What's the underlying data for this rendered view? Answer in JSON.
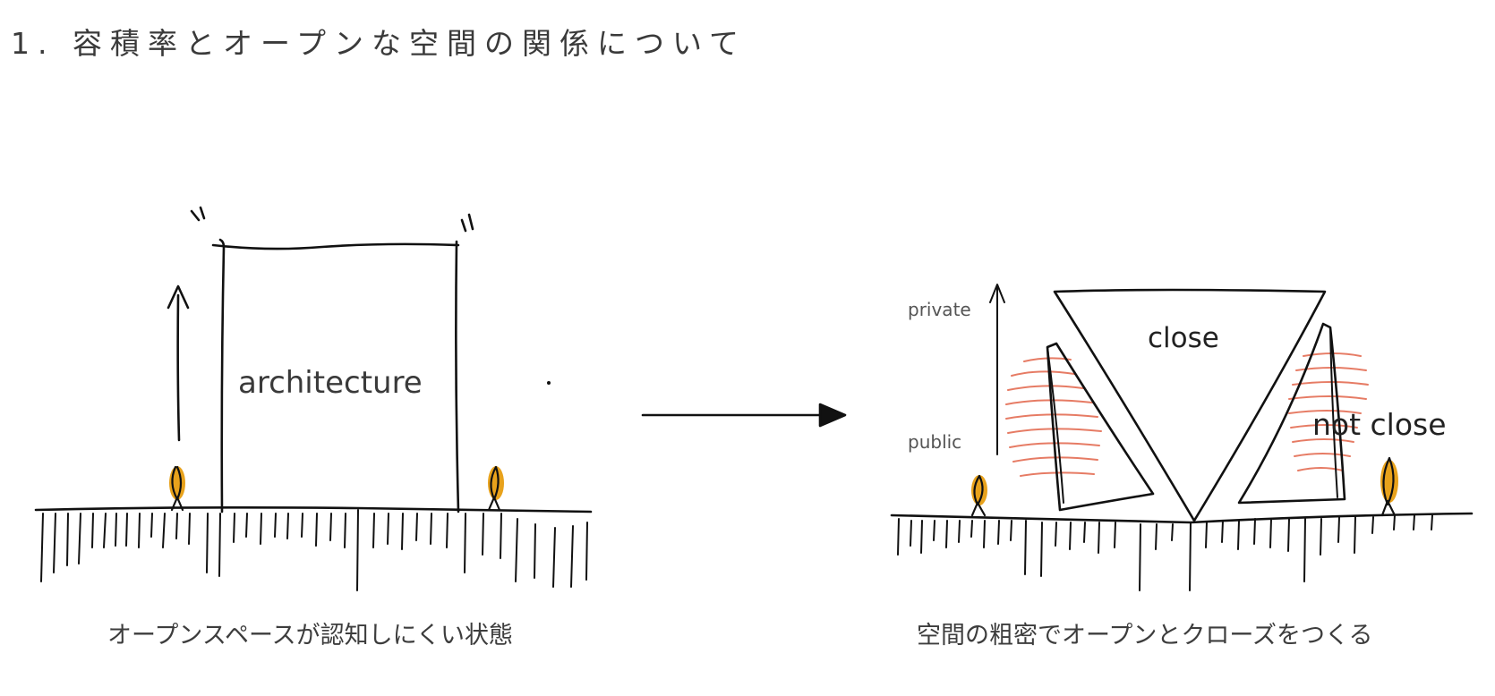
{
  "title": "1. 容積率とオープンな空間の関係について",
  "left_sketch": {
    "building_label": "architecture",
    "caption": "オープンスペースが認知しにくい状態"
  },
  "right_sketch": {
    "axis_top_label": "private",
    "axis_bottom_label": "public",
    "center_label": "close",
    "side_label": "not close",
    "caption": "空間の粗密でオープンとクローズをつくる"
  },
  "colors": {
    "line": "#111111",
    "figure_fill": "#e8a21c",
    "hatch": "#e2654a"
  }
}
